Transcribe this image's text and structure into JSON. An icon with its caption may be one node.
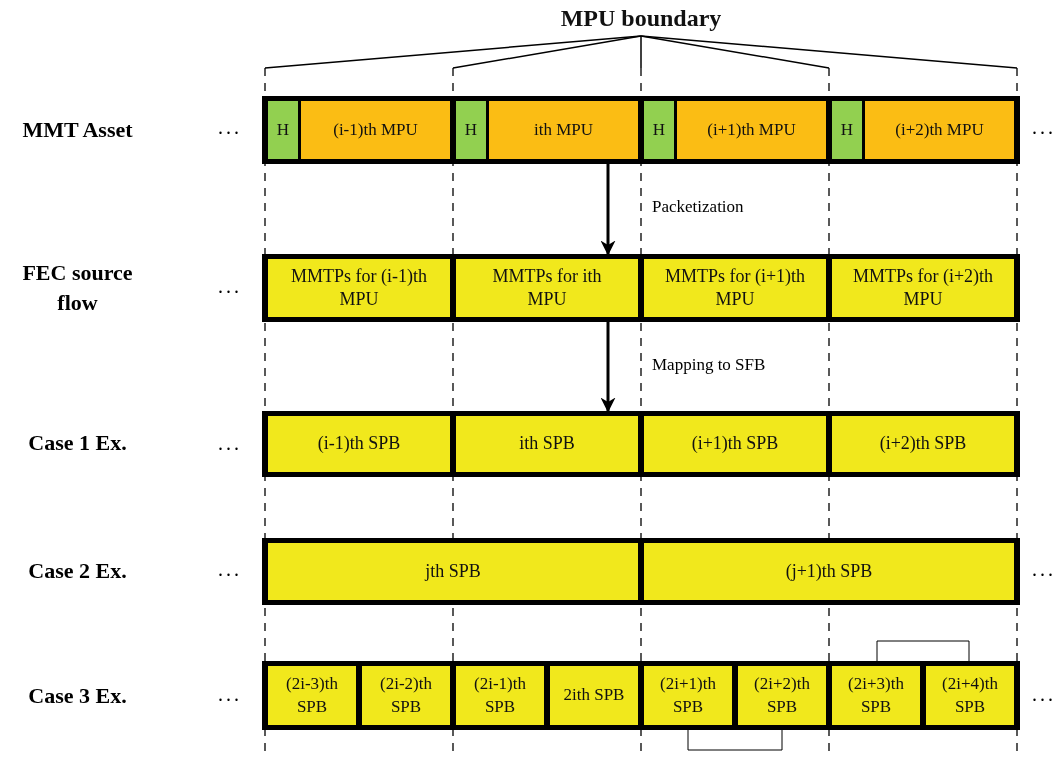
{
  "diagram": {
    "nodes": [
      {
        "text": [
          "MPU boundary"
        ]
      },
      {
        "text": [],
        "shape": "bar"
      },
      {
        "text": [
          "H"
        ],
        "in": 1
      },
      {
        "text": [
          "(i-1)th MPU"
        ],
        "in": 1
      },
      {
        "text": [
          "H"
        ],
        "in": 1
      },
      {
        "text": [
          "ith MPU"
        ],
        "in": 1
      },
      {
        "text": [
          "H"
        ],
        "in": 1
      },
      {
        "text": [
          "(i+1)th MPU"
        ],
        "in": 1
      },
      {
        "text": [
          "H"
        ],
        "in": 1
      },
      {
        "text": [
          "(i+2)th MPU"
        ],
        "in": 1
      },
      {
        "text": [],
        "shape": "bar"
      },
      {
        "text": [
          "MMTPs for (i-1)th MPU"
        ],
        "in": 10
      },
      {
        "text": [
          "MMTPs for ith MPU"
        ],
        "in": 10
      },
      {
        "text": [
          "MMTPs for (i+1)th MPU"
        ],
        "in": 10
      },
      {
        "text": [
          "MMTPs for (i+2)th MPU"
        ],
        "in": 10
      },
      {
        "text": [],
        "shape": "bar"
      },
      {
        "text": [
          "(i-1)th SPB"
        ],
        "in": 15
      },
      {
        "text": [
          "ith SPB"
        ],
        "in": 15
      },
      {
        "text": [
          "(i+1)th SPB"
        ],
        "in": 15
      },
      {
        "text": [
          "(i+2)th SPB"
        ],
        "in": 15
      },
      {
        "text": [],
        "shape": "bar"
      },
      {
        "text": [
          "jth SPB"
        ],
        "in": 20
      },
      {
        "text": [
          "(j+1)th SPB"
        ],
        "in": 20
      },
      {
        "text": [],
        "shape": "bar"
      },
      {
        "text": [
          "(2i-3)th SPB"
        ],
        "in": 23
      },
      {
        "text": [
          "(2i-2)th SPB"
        ],
        "in": 23
      },
      {
        "text": [
          "(2i-1)th SPB"
        ],
        "in": 23
      },
      {
        "text": [
          "2ith SPB"
        ],
        "in": 23
      },
      {
        "text": [
          "(2i+1)th SPB"
        ],
        "in": 23
      },
      {
        "text": [
          "(2i+2)th SPB"
        ],
        "in": 23
      },
      {
        "text": [
          "(2i+3)th SPB"
        ],
        "in": 23
      },
      {
        "text": [
          "(2i+4)th SPB"
        ],
        "in": 23
      }
    ],
    "edges": [
      {
        "from": 0,
        "to": null,
        "arrow": "none"
      },
      {
        "from": 0,
        "to": null,
        "arrow": "none"
      },
      {
        "from": 0,
        "to": null,
        "arrow": "none"
      },
      {
        "from": 0,
        "to": null,
        "arrow": "none"
      },
      {
        "from": 0,
        "to": null,
        "arrow": "none"
      },
      {
        "from": 1,
        "to": 10,
        "arrow": "to",
        "label": "Packetization"
      },
      {
        "from": 10,
        "to": 15,
        "arrow": "to",
        "label": "Mapping to SFB"
      }
    ],
    "labels": [
      "MMT Asset",
      "...",
      "...",
      "FEC source flow",
      "...",
      "Case 1 Ex.",
      "...",
      "Case 2 Ex.",
      "...",
      "...",
      "Case 3 Ex.",
      "...",
      "..."
    ]
  }
}
